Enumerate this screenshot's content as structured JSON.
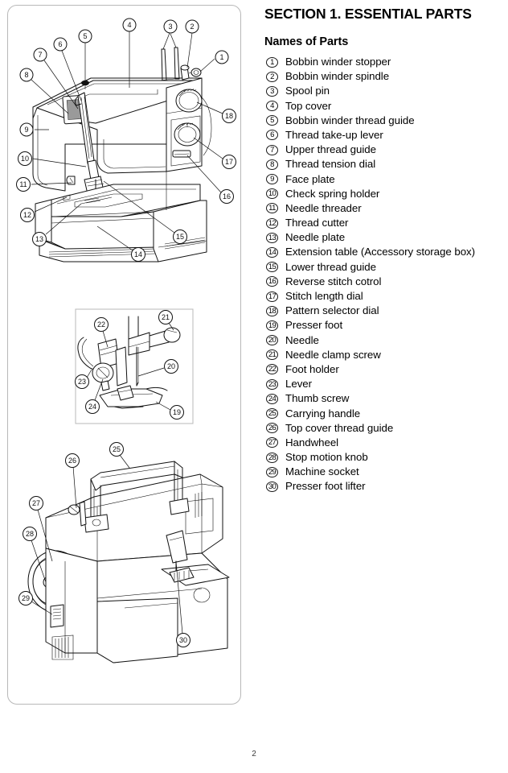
{
  "document": {
    "section_title": "SECTION 1. ESSENTIAL PARTS",
    "subsection_title": "Names of Parts",
    "page_number": "2"
  },
  "parts_list": [
    {
      "number": "1",
      "label": "Bobbin winder stopper"
    },
    {
      "number": "2",
      "label": "Bobbin winder spindle"
    },
    {
      "number": "3",
      "label": "Spool pin"
    },
    {
      "number": "4",
      "label": "Top cover"
    },
    {
      "number": "5",
      "label": "Bobbin winder thread guide"
    },
    {
      "number": "6",
      "label": "Thread take-up lever"
    },
    {
      "number": "7",
      "label": "Upper thread guide"
    },
    {
      "number": "8",
      "label": "Thread tension dial"
    },
    {
      "number": "9",
      "label": "Face plate"
    },
    {
      "number": "10",
      "label": "Check spring holder"
    },
    {
      "number": "11",
      "label": "Needle threader"
    },
    {
      "number": "12",
      "label": "Thread cutter"
    },
    {
      "number": "13",
      "label": "Needle plate"
    },
    {
      "number": "14",
      "label": "Extension table (Accessory storage box)"
    },
    {
      "number": "15",
      "label": "Lower thread guide"
    },
    {
      "number": "16",
      "label": "Reverse stitch cotrol"
    },
    {
      "number": "17",
      "label": "Stitch length dial"
    },
    {
      "number": "18",
      "label": "Pattern selector dial"
    },
    {
      "number": "19",
      "label": "Presser foot"
    },
    {
      "number": "20",
      "label": "Needle"
    },
    {
      "number": "21",
      "label": "Needle clamp screw"
    },
    {
      "number": "22",
      "label": "Foot holder"
    },
    {
      "number": "23",
      "label": "Lever"
    },
    {
      "number": "24",
      "label": "Thumb screw"
    },
    {
      "number": "25",
      "label": "Carrying handle"
    },
    {
      "number": "26",
      "label": "Top cover thread guide"
    },
    {
      "number": "27",
      "label": "Handwheel"
    },
    {
      "number": "28",
      "label": "Stop motion knob"
    },
    {
      "number": "29",
      "label": "Machine socket"
    },
    {
      "number": "30",
      "label": "Presser foot lifter"
    }
  ],
  "figures": {
    "front_view": {
      "name": "Sewing machine front view",
      "callouts": [
        "1",
        "2",
        "3",
        "4",
        "5",
        "6",
        "7",
        "8",
        "9",
        "10",
        "11",
        "12",
        "13",
        "14",
        "15",
        "16",
        "17",
        "18"
      ]
    },
    "needle_detail": {
      "name": "Presser foot and needle detail",
      "callouts": [
        "19",
        "20",
        "21",
        "22",
        "23",
        "24"
      ]
    },
    "rear_view": {
      "name": "Sewing machine handwheel side view",
      "callouts": [
        "25",
        "26",
        "27",
        "28",
        "29",
        "30"
      ]
    }
  },
  "colors": {
    "ink": "#111111",
    "frame": "#b8b8b8",
    "paper": "#ffffff"
  }
}
